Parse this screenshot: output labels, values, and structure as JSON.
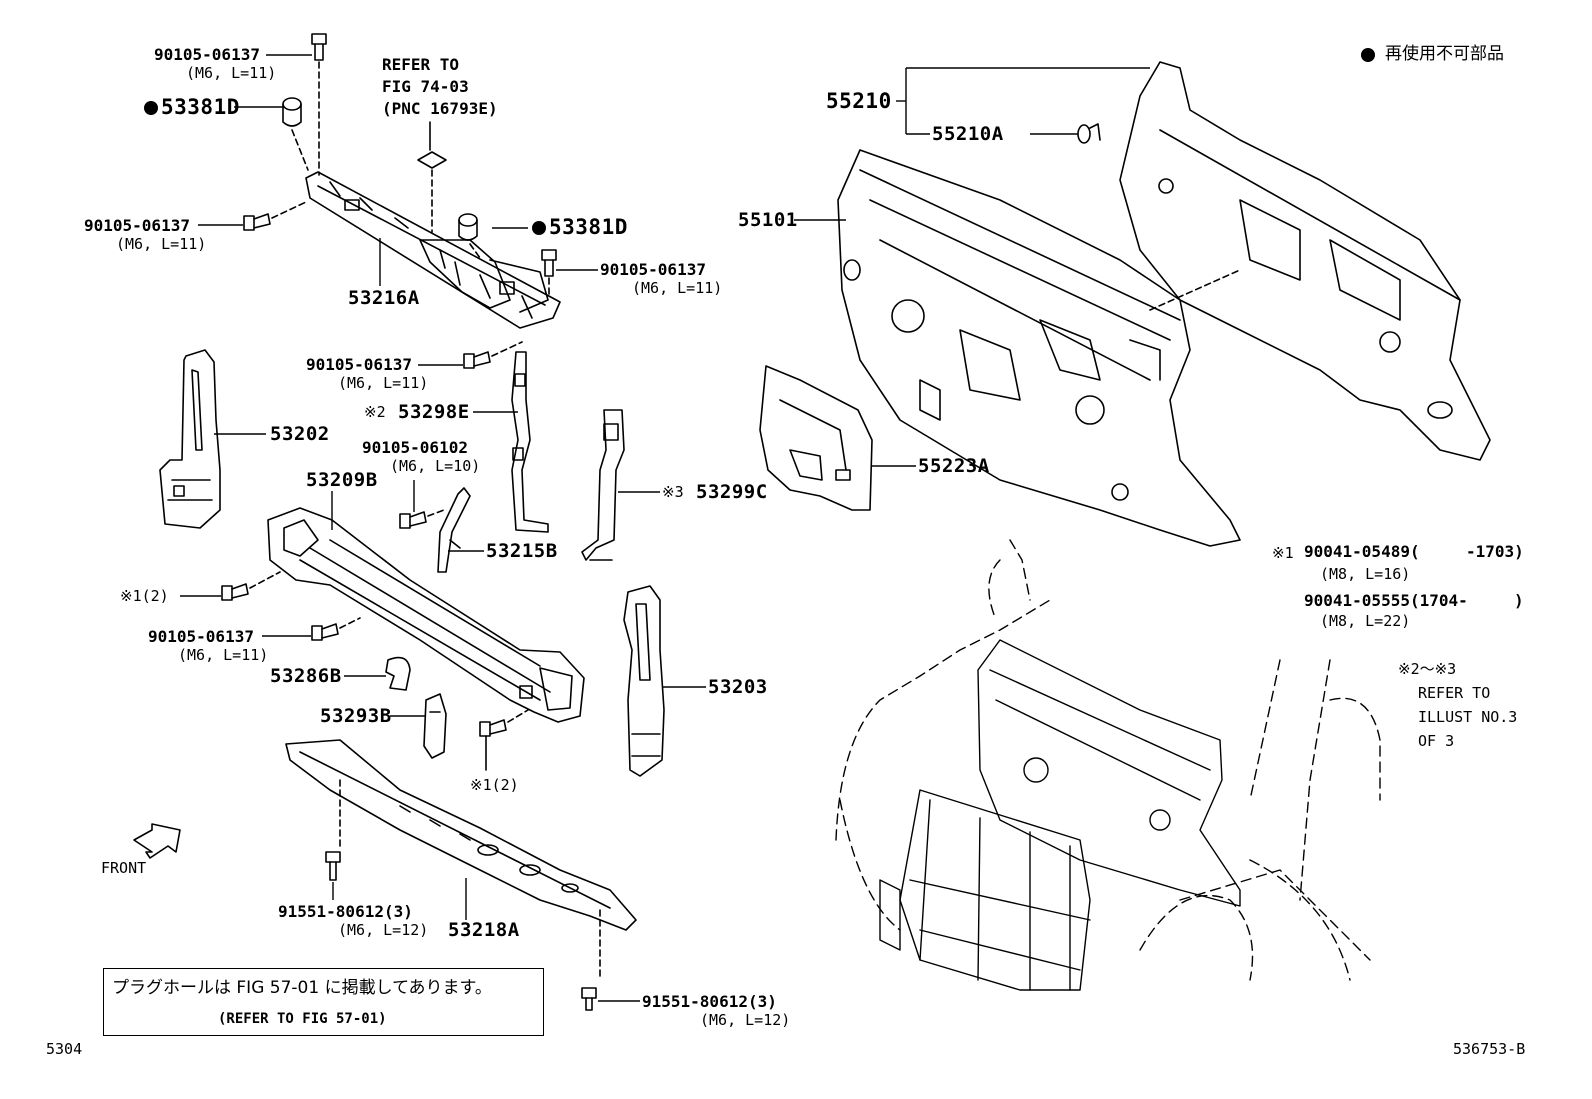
{
  "legend": {
    "text": "再使用不可部品"
  },
  "refer_fig": {
    "line1": "REFER TO",
    "line2": "FIG 74-03",
    "line3": "(PNC 16793E)"
  },
  "bolt_top": {
    "pn": "90105-06137",
    "spec": "(M6, L=11)"
  },
  "nut_53381d_left": {
    "pn": "53381D"
  },
  "bolt_left_upper": {
    "pn": "90105-06137",
    "spec": "(M6, L=11)"
  },
  "nut_53381d_right": {
    "pn": "53381D"
  },
  "bolt_right_upper": {
    "pn": "90105-06137",
    "spec": "(M6, L=11)"
  },
  "part_53216a": {
    "pn": "53216A"
  },
  "bolt_mid": {
    "pn": "90105-06137",
    "spec": "(M6, L=11)"
  },
  "part_53298e": {
    "mark": "※2",
    "pn": "53298E"
  },
  "part_53202": {
    "pn": "53202"
  },
  "bolt_06102": {
    "pn": "90105-06102",
    "spec": "(M6, L=10)"
  },
  "part_53209b": {
    "pn": "53209B"
  },
  "part_53299c": {
    "mark": "※3",
    "pn": "53299C"
  },
  "part_53215b": {
    "pn": "53215B"
  },
  "bolt_mark1_left": {
    "text": "※1(2)"
  },
  "bolt_lower_left": {
    "pn": "90105-06137",
    "spec": "(M6, L=11)"
  },
  "part_53286b": {
    "pn": "53286B"
  },
  "part_53203": {
    "pn": "53203"
  },
  "part_53293b": {
    "pn": "53293B"
  },
  "bolt_mark1_right": {
    "text": "※1(2)"
  },
  "front_label": {
    "text": "FRONT"
  },
  "bolt_91551_left": {
    "pn": "91551-80612(3)",
    "spec": "(M6, L=12)"
  },
  "part_53218a": {
    "pn": "53218A"
  },
  "bolt_91551_right": {
    "pn": "91551-80612(3)",
    "spec": "(M6, L=12)"
  },
  "plug_note": {
    "jp": "プラグホールは FIG 57-01 に掲載してあります。",
    "en": "(REFER TO FIG 57-01)"
  },
  "page_code_left": {
    "text": "5304"
  },
  "page_code_right": {
    "text": "536753-B"
  },
  "part_55210": {
    "pn": "55210"
  },
  "part_55210a": {
    "pn": "55210A"
  },
  "part_55101": {
    "pn": "55101"
  },
  "part_55223a": {
    "pn": "55223A"
  },
  "footnote_1": {
    "mark": "※1",
    "pn1": "90041-05489(",
    "range1": "-1703)",
    "spec1": "(M8, L=16)",
    "pn2": "90041-05555(1704-",
    "range2": ")",
    "spec2": "(M8, L=22)"
  },
  "footnote_2": {
    "mark": "※2～※3",
    "line1": "REFER TO",
    "line2": "ILLUST NO.3",
    "line3": "OF 3"
  }
}
